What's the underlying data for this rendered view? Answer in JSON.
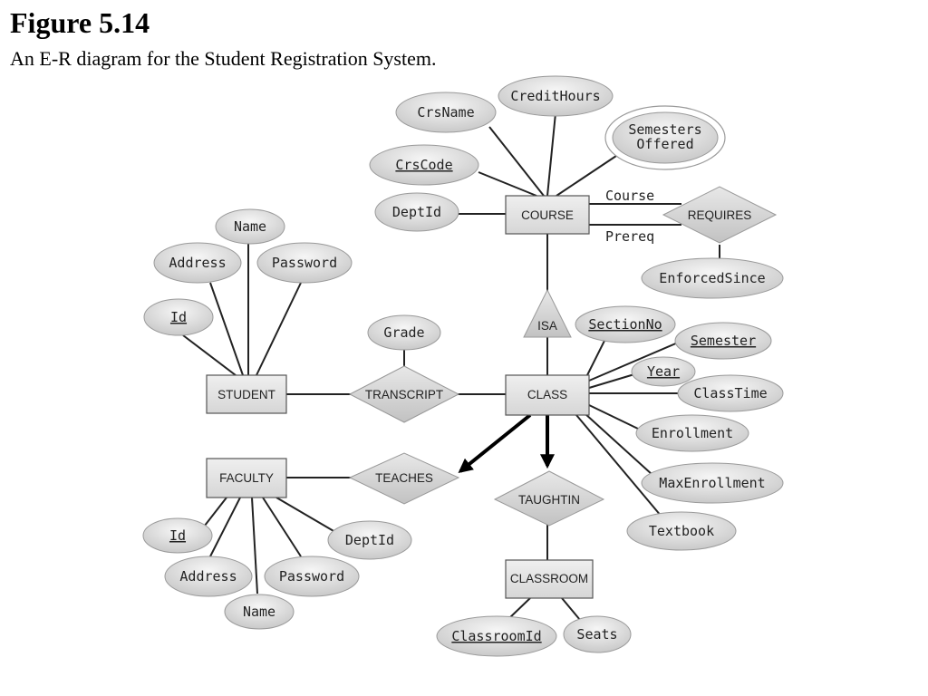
{
  "figure": {
    "title": "Figure 5.14",
    "caption": "An E-R diagram for the Student Registration System."
  },
  "entities": {
    "course": "COURSE",
    "student": "STUDENT",
    "class": "CLASS",
    "faculty": "FACULTY",
    "classroom": "CLASSROOM"
  },
  "relationships": {
    "requires": "REQUIRES",
    "transcript": "TRANSCRIPT",
    "teaches": "TEACHES",
    "taughtin": "TAUGHTIN",
    "isa": "ISA"
  },
  "roles": {
    "course": "Course",
    "prereq": "Prereq"
  },
  "attributes": {
    "course": {
      "crsname": "CrsName",
      "credithours": "CreditHours",
      "semesters_offered_line1": "Semesters",
      "semesters_offered_line2": "Offered",
      "crscode": "CrsCode",
      "deptid": "DeptId"
    },
    "requires": {
      "enforcedsince": "EnforcedSince"
    },
    "student": {
      "name": "Name",
      "address": "Address",
      "password": "Password",
      "id": "Id"
    },
    "transcript": {
      "grade": "Grade"
    },
    "class": {
      "sectionno": "SectionNo",
      "semester": "Semester",
      "year": "Year",
      "classtime": "ClassTime",
      "enrollment": "Enrollment",
      "maxenrollment": "MaxEnrollment",
      "textbook": "Textbook"
    },
    "faculty": {
      "id": "Id",
      "deptid": "DeptId",
      "address": "Address",
      "password": "Password",
      "name": "Name"
    },
    "classroom": {
      "classroomid": "ClassroomId",
      "seats": "Seats"
    }
  }
}
